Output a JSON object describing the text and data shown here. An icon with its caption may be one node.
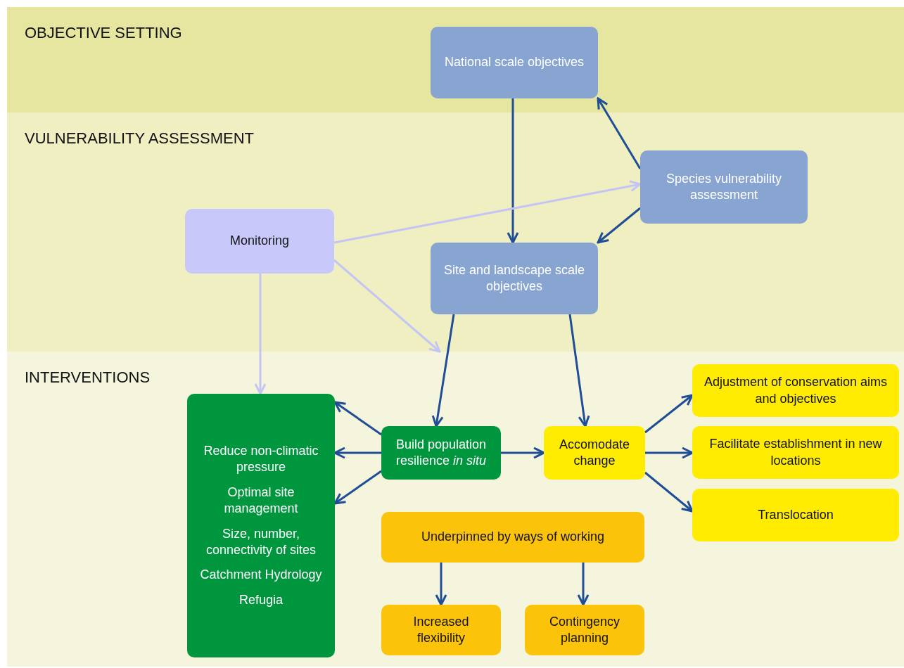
{
  "diagram": {
    "nodes": [
      {
        "text": [
          "OBJECTIVE SETTING"
        ]
      },
      {
        "text": [
          "National scale objectives"
        ],
        "in": 0
      },
      {
        "text": [
          "VULNERABILITY ASSESSMENT"
        ]
      },
      {
        "text": [
          "Species vulnerability assessment"
        ],
        "in": 2
      },
      {
        "text": [
          "Monitoring"
        ],
        "in": 2
      },
      {
        "text": [
          "Site and landscape scale objectives"
        ],
        "in": 2
      },
      {
        "text": [
          "INTERVENTIONS"
        ]
      },
      {
        "text": [
          "Adjustment of conservation aims and objectives"
        ],
        "in": 6
      },
      {
        "text": [
          "Reduce non-climatic pressure",
          "Optimal site management",
          "Size, number, connectivity of sites",
          "Catchment Hydrology",
          "Refugia"
        ],
        "in": 6
      },
      {
        "text": [
          "Build population resilience *in situ*"
        ],
        "in": 6
      },
      {
        "text": [
          "Accomodate change"
        ],
        "in": 6
      },
      {
        "text": [
          "Facilitate establishment in new locations"
        ],
        "in": 6
      },
      {
        "text": [
          "Translocation"
        ],
        "in": 6
      },
      {
        "text": [
          "Underpinned by ways of working"
        ],
        "in": 6
      },
      {
        "text": [
          "Increased flexibility"
        ],
        "in": 6
      },
      {
        "text": [
          "Contingency planning"
        ],
        "in": 6
      }
    ],
    "edges": [
      {
        "from": 1,
        "to": 5,
        "arrow": "to"
      },
      {
        "from": 3,
        "to": 1,
        "arrow": "to"
      },
      {
        "from": 3,
        "to": 5,
        "arrow": "to"
      },
      {
        "from": 4,
        "to": 3,
        "arrow": "to",
        "color": "#c5c5f5"
      },
      {
        "from": 4,
        "to": 6,
        "arrow": "to",
        "color": "#c5c5f5"
      },
      {
        "from": 4,
        "to": 8,
        "arrow": "to",
        "color": "#c5c5f5"
      },
      {
        "from": 5,
        "to": 9,
        "arrow": "to"
      },
      {
        "from": 5,
        "to": 10,
        "arrow": "to"
      },
      {
        "from": 9,
        "to": 8,
        "arrow": "to"
      },
      {
        "from": 9,
        "to": 8,
        "arrow": "to"
      },
      {
        "from": 9,
        "to": 8,
        "arrow": "to"
      },
      {
        "from": 9,
        "to": 10,
        "arrow": "to"
      },
      {
        "from": 10,
        "to": 7,
        "arrow": "to"
      },
      {
        "from": 10,
        "to": 11,
        "arrow": "to"
      },
      {
        "from": 10,
        "to": 12,
        "arrow": "to"
      },
      {
        "from": 13,
        "to": 14,
        "arrow": "to"
      },
      {
        "from": 13,
        "to": 15,
        "arrow": "to"
      }
    ]
  }
}
